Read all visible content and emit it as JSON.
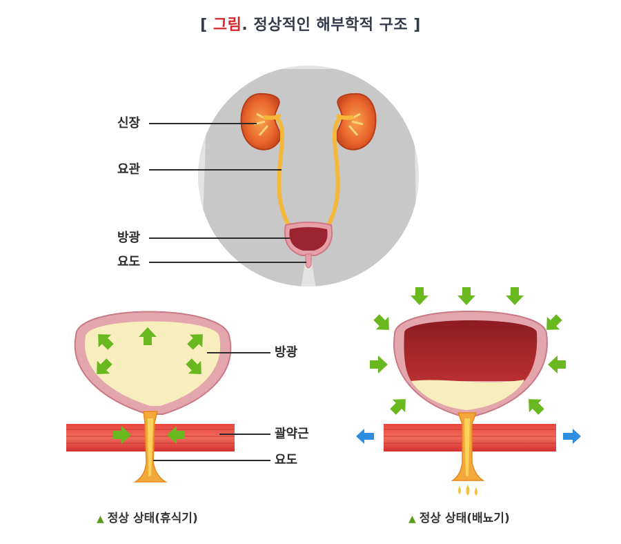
{
  "title": {
    "open_bracket": "[",
    "accent": "그림",
    "rest": ". 정상적인 해부학적 구조",
    "close_bracket": "]"
  },
  "top_figure": {
    "labels": [
      "신장",
      "요관",
      "방광",
      "요도"
    ]
  },
  "rest_figure": {
    "labels": [
      "방광",
      "괄약근",
      "요도"
    ],
    "caption_marker": "▲",
    "caption": "정상 상태(휴식기)"
  },
  "void_figure": {
    "caption_marker": "▲",
    "caption": "정상 상태(배뇨기)"
  },
  "colors": {
    "title_accent": "#d6252b",
    "body_silhouette": "#c9c9c9",
    "kidney": "#e05a2a",
    "ureter": "#f5b83a",
    "bladder_wall": "#d98f9a",
    "urine": "#f7edb7",
    "muscle": "#e23b3b",
    "arrow_green": "#69b81f",
    "arrow_blue": "#2f8ee0"
  }
}
